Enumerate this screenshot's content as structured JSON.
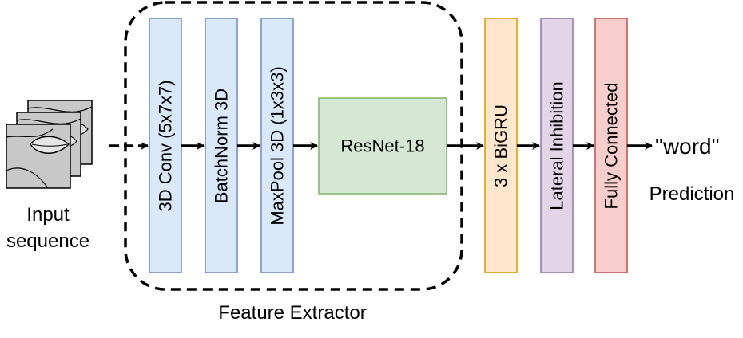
{
  "input": {
    "label_line1": "Input",
    "label_line2": "sequence",
    "icon": "lip-frames-stack-icon"
  },
  "feature_extractor": {
    "label": "Feature Extractor",
    "blocks": [
      {
        "label": "3D Conv (5x7x7)",
        "fill": "#dae8fc",
        "stroke": "#6c8ebf"
      },
      {
        "label": "BatchNorm 3D",
        "fill": "#dae8fc",
        "stroke": "#6c8ebf"
      },
      {
        "label": "MaxPool 3D (1x3x3)",
        "fill": "#dae8fc",
        "stroke": "#6c8ebf"
      }
    ],
    "resnet": {
      "label": "ResNet-18",
      "fill": "#d5e8d4",
      "stroke": "#82b366"
    }
  },
  "backend": {
    "blocks": [
      {
        "label": "3 x BiGRU",
        "fill": "#ffe6cc",
        "stroke": "#d79b00"
      },
      {
        "label": "Lateral Inhibition",
        "fill": "#e1d5e7",
        "stroke": "#9673a6"
      },
      {
        "label": "Fully Connected",
        "fill": "#f8cecc",
        "stroke": "#b85450"
      }
    ]
  },
  "output": {
    "word": "\"word\"",
    "caption": "Prediction"
  }
}
